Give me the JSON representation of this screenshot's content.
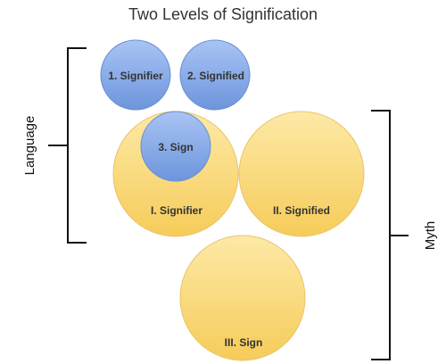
{
  "title": "Two Levels of Signification",
  "bracket_labels": {
    "language": "Language",
    "myth": "Myth"
  },
  "circles": {
    "signifier_1": "1. Signifier",
    "signified_2": "2. Signified",
    "sign_3": "3. Sign",
    "signifier_I": "I. Signifier",
    "signified_II": "II. Signified",
    "sign_III": "III. Sign"
  },
  "colors": {
    "language_fill_top": "#a9c4f5",
    "language_fill_bottom": "#6d95dc",
    "language_stroke": "#6a8fd1",
    "myth_fill_top": "#fde9a6",
    "myth_fill_bottom": "#f6cc5a",
    "myth_stroke": "#e8c46a"
  }
}
